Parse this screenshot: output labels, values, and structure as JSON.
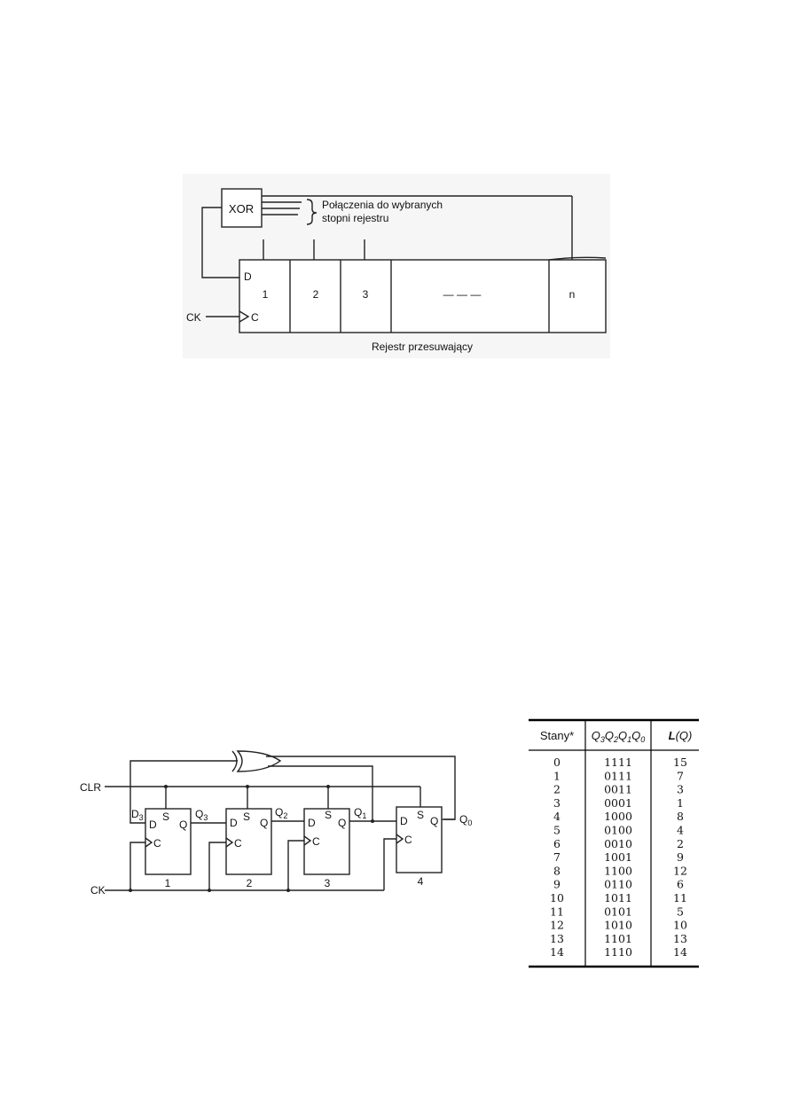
{
  "diagram1": {
    "xor_label": "XOR",
    "note_line1": "Połączenia do wybranych",
    "note_line2": "stopni rejestru",
    "d_label": "D",
    "c_label": "C",
    "ck_label": "CK",
    "stages": [
      "1",
      "2",
      "3",
      "— — —",
      "n"
    ],
    "caption": "Rejestr przesuwający"
  },
  "diagram2": {
    "clr_label": "CLR",
    "ck_label": "CK",
    "d3_main": "D",
    "d3_sub": "3",
    "ff_d": "D",
    "ff_s": "S",
    "ff_q": "Q",
    "ff_c": "C",
    "q3_main": "Q",
    "q3_sub": "3",
    "q2_main": "Q",
    "q2_sub": "2",
    "q1_main": "Q",
    "q1_sub": "1",
    "q0_main": "Q",
    "q0_sub": "0",
    "ff_numbers": [
      "1",
      "2",
      "3",
      "4"
    ]
  },
  "table": {
    "col1": "Stany*",
    "col2_letters": [
      "Q",
      "3",
      "Q",
      "2",
      "Q",
      "1",
      "Q",
      "0"
    ],
    "col3_main": "L",
    "col3_arg": "(Q)",
    "rows": [
      [
        "0",
        "1111",
        "15"
      ],
      [
        "1",
        "0111",
        "7"
      ],
      [
        "2",
        "0011",
        "3"
      ],
      [
        "3",
        "0001",
        "1"
      ],
      [
        "4",
        "1000",
        "8"
      ],
      [
        "5",
        "0100",
        "4"
      ],
      [
        "6",
        "0010",
        "2"
      ],
      [
        "7",
        "1001",
        "9"
      ],
      [
        "8",
        "1100",
        "12"
      ],
      [
        "9",
        "0110",
        "6"
      ],
      [
        "10",
        "1011",
        "11"
      ],
      [
        "11",
        "0101",
        "5"
      ],
      [
        "12",
        "1010",
        "10"
      ],
      [
        "13",
        "1101",
        "13"
      ],
      [
        "14",
        "1110",
        "14"
      ]
    ]
  }
}
